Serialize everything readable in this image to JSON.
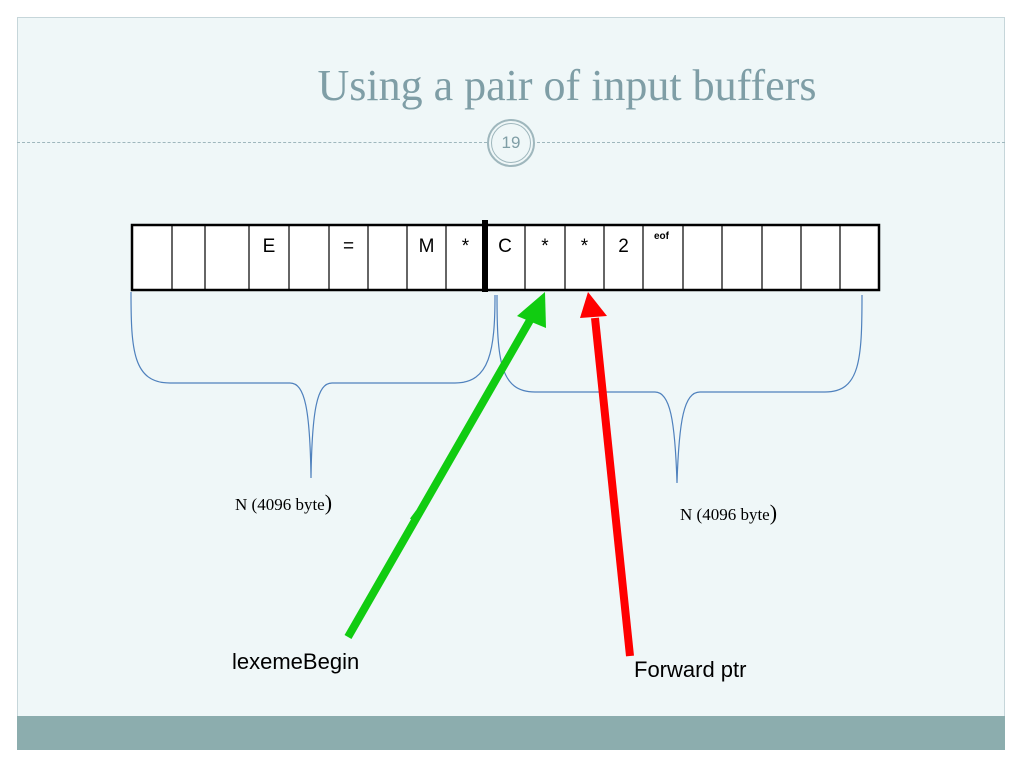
{
  "slide": {
    "title": "Using a pair of input buffers",
    "number": "19"
  },
  "buffer": {
    "cells": [
      "",
      "",
      "",
      "E",
      "",
      "=",
      "",
      "M",
      "*",
      "C",
      "*",
      "*",
      "2",
      "eof",
      "",
      "",
      "",
      "",
      ""
    ],
    "split_after_cell": 8
  },
  "labels": {
    "left_half": "N (4096 byte",
    "right_half": "N (4096 byte",
    "close_paren": ")",
    "lexeme_begin": "lexemeBegin",
    "forward_ptr": "Forward ptr"
  },
  "colors": {
    "background": "#eff7f8",
    "title": "#7f9ea6",
    "footer": "#8cadae",
    "brace": "#4f81bd",
    "lexeme_arrow": "#00cc00",
    "forward_arrow": "#ff0000"
  }
}
